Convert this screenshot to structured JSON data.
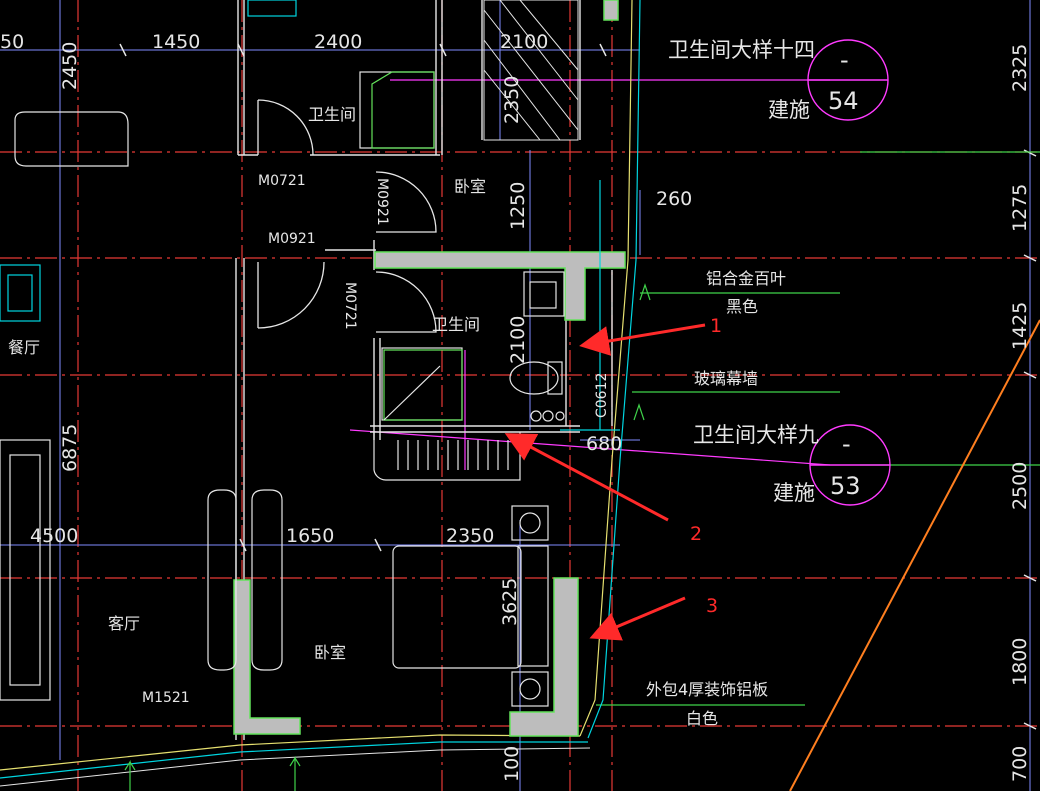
{
  "colors": {
    "background": "#000000",
    "axis_red": "#e53935",
    "dim_blue": "#7f8cff",
    "wall_gray": "#bdbdbd",
    "wall_outline": "#63e35b",
    "cyan": "#00d5e0",
    "magenta": "#ff3bff",
    "green": "#3fd24a",
    "orange": "#ff7f1f",
    "arrow_red": "#ff2a2a",
    "text": "#e6e6e6"
  },
  "dimensions": {
    "top_left_50": "50",
    "top_1450": "1450",
    "top_2400": "2400",
    "top_2100": "2100",
    "left_2450": "2450",
    "stair_2350": "2350",
    "v_1250": "1250",
    "h_260": "260",
    "v_2100": "2100",
    "h_680": "680",
    "left_6875": "6875",
    "mid_4500": "4500",
    "mid_1650": "1650",
    "mid_2350": "2350",
    "v_3625": "3625",
    "bottom_100": "100",
    "right_dims": [
      "2325",
      "1275",
      "1425",
      "2500",
      "1800",
      "700"
    ]
  },
  "rooms": {
    "bathroom_top": "卫生间",
    "bedroom_top": "卧室",
    "bathroom_mid": "卫生间",
    "dining": "餐厅",
    "living": "客厅",
    "bedroom_bottom": "卧室"
  },
  "door_codes": {
    "m0721_top": "M0721",
    "m0921_vert": "M0921",
    "m0921": "M0921",
    "m0721_vert": "M0721",
    "c0612": "C0612",
    "m1521": "M1521"
  },
  "annotations": {
    "louver_line1": "铝合金百叶",
    "louver_line2": "黑色",
    "glass_wall": "玻璃幕墙",
    "cladding_line1": "外包4厚装饰铝板",
    "cladding_line2": "白色"
  },
  "detail_callouts": [
    {
      "title": "卫生间大样十四",
      "sheet_label": "建施",
      "top": "-",
      "number": "54"
    },
    {
      "title": "卫生间大样九",
      "sheet_label": "建施",
      "top": "-",
      "number": "53"
    }
  ],
  "markers": {
    "m1": "1",
    "m2": "2",
    "m3": "3"
  }
}
